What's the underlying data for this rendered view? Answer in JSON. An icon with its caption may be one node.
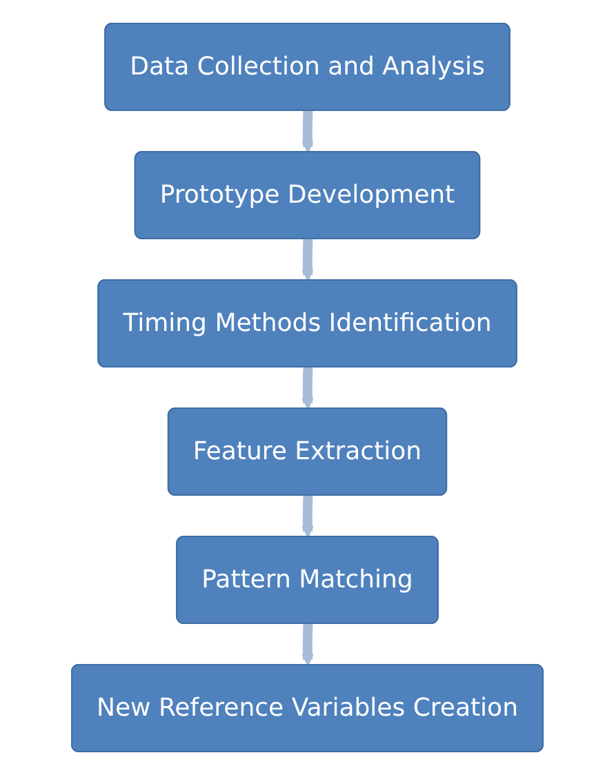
{
  "diagram": {
    "nodes": [
      {
        "text": [
          "Data Collection and Analysis"
        ]
      },
      {
        "text": [
          "Prototype Development"
        ]
      },
      {
        "text": [
          "Timing Methods Identification"
        ]
      },
      {
        "text": [
          "Feature Extraction"
        ]
      },
      {
        "text": [
          "Pattern Matching"
        ]
      },
      {
        "text": [
          "New Reference Variables Creation"
        ]
      }
    ],
    "edges": [
      {
        "from": 0,
        "to": 1,
        "arrow": "to"
      },
      {
        "from": 1,
        "to": 2,
        "arrow": "to"
      },
      {
        "from": 2,
        "to": 3,
        "arrow": "to"
      },
      {
        "from": 3,
        "to": 4,
        "arrow": "to"
      },
      {
        "from": 4,
        "to": 5,
        "arrow": "to"
      }
    ]
  }
}
